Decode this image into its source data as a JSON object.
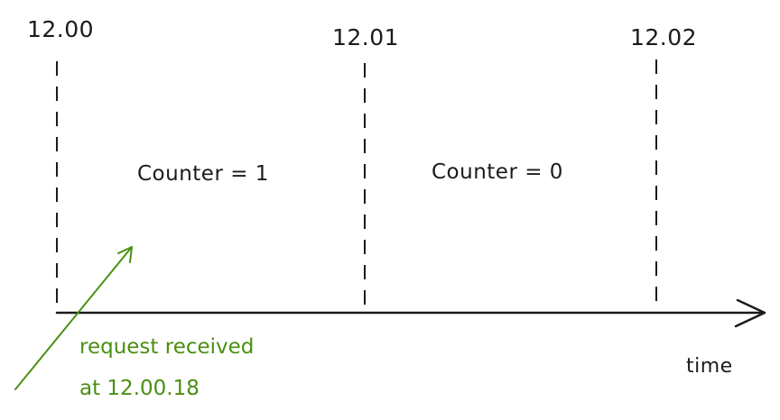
{
  "timeline": {
    "ticks": [
      "12.00",
      "12.01",
      "12.02"
    ],
    "axis_label": "time"
  },
  "windows": [
    {
      "label": "Counter = 1"
    },
    {
      "label": "Counter = 0"
    }
  ],
  "annotation": {
    "line1": "request received",
    "line2": "at 12.00.18",
    "color": "#4a8f12"
  },
  "colors": {
    "ink": "#1b1b1b",
    "annotation": "#4a8f12"
  }
}
